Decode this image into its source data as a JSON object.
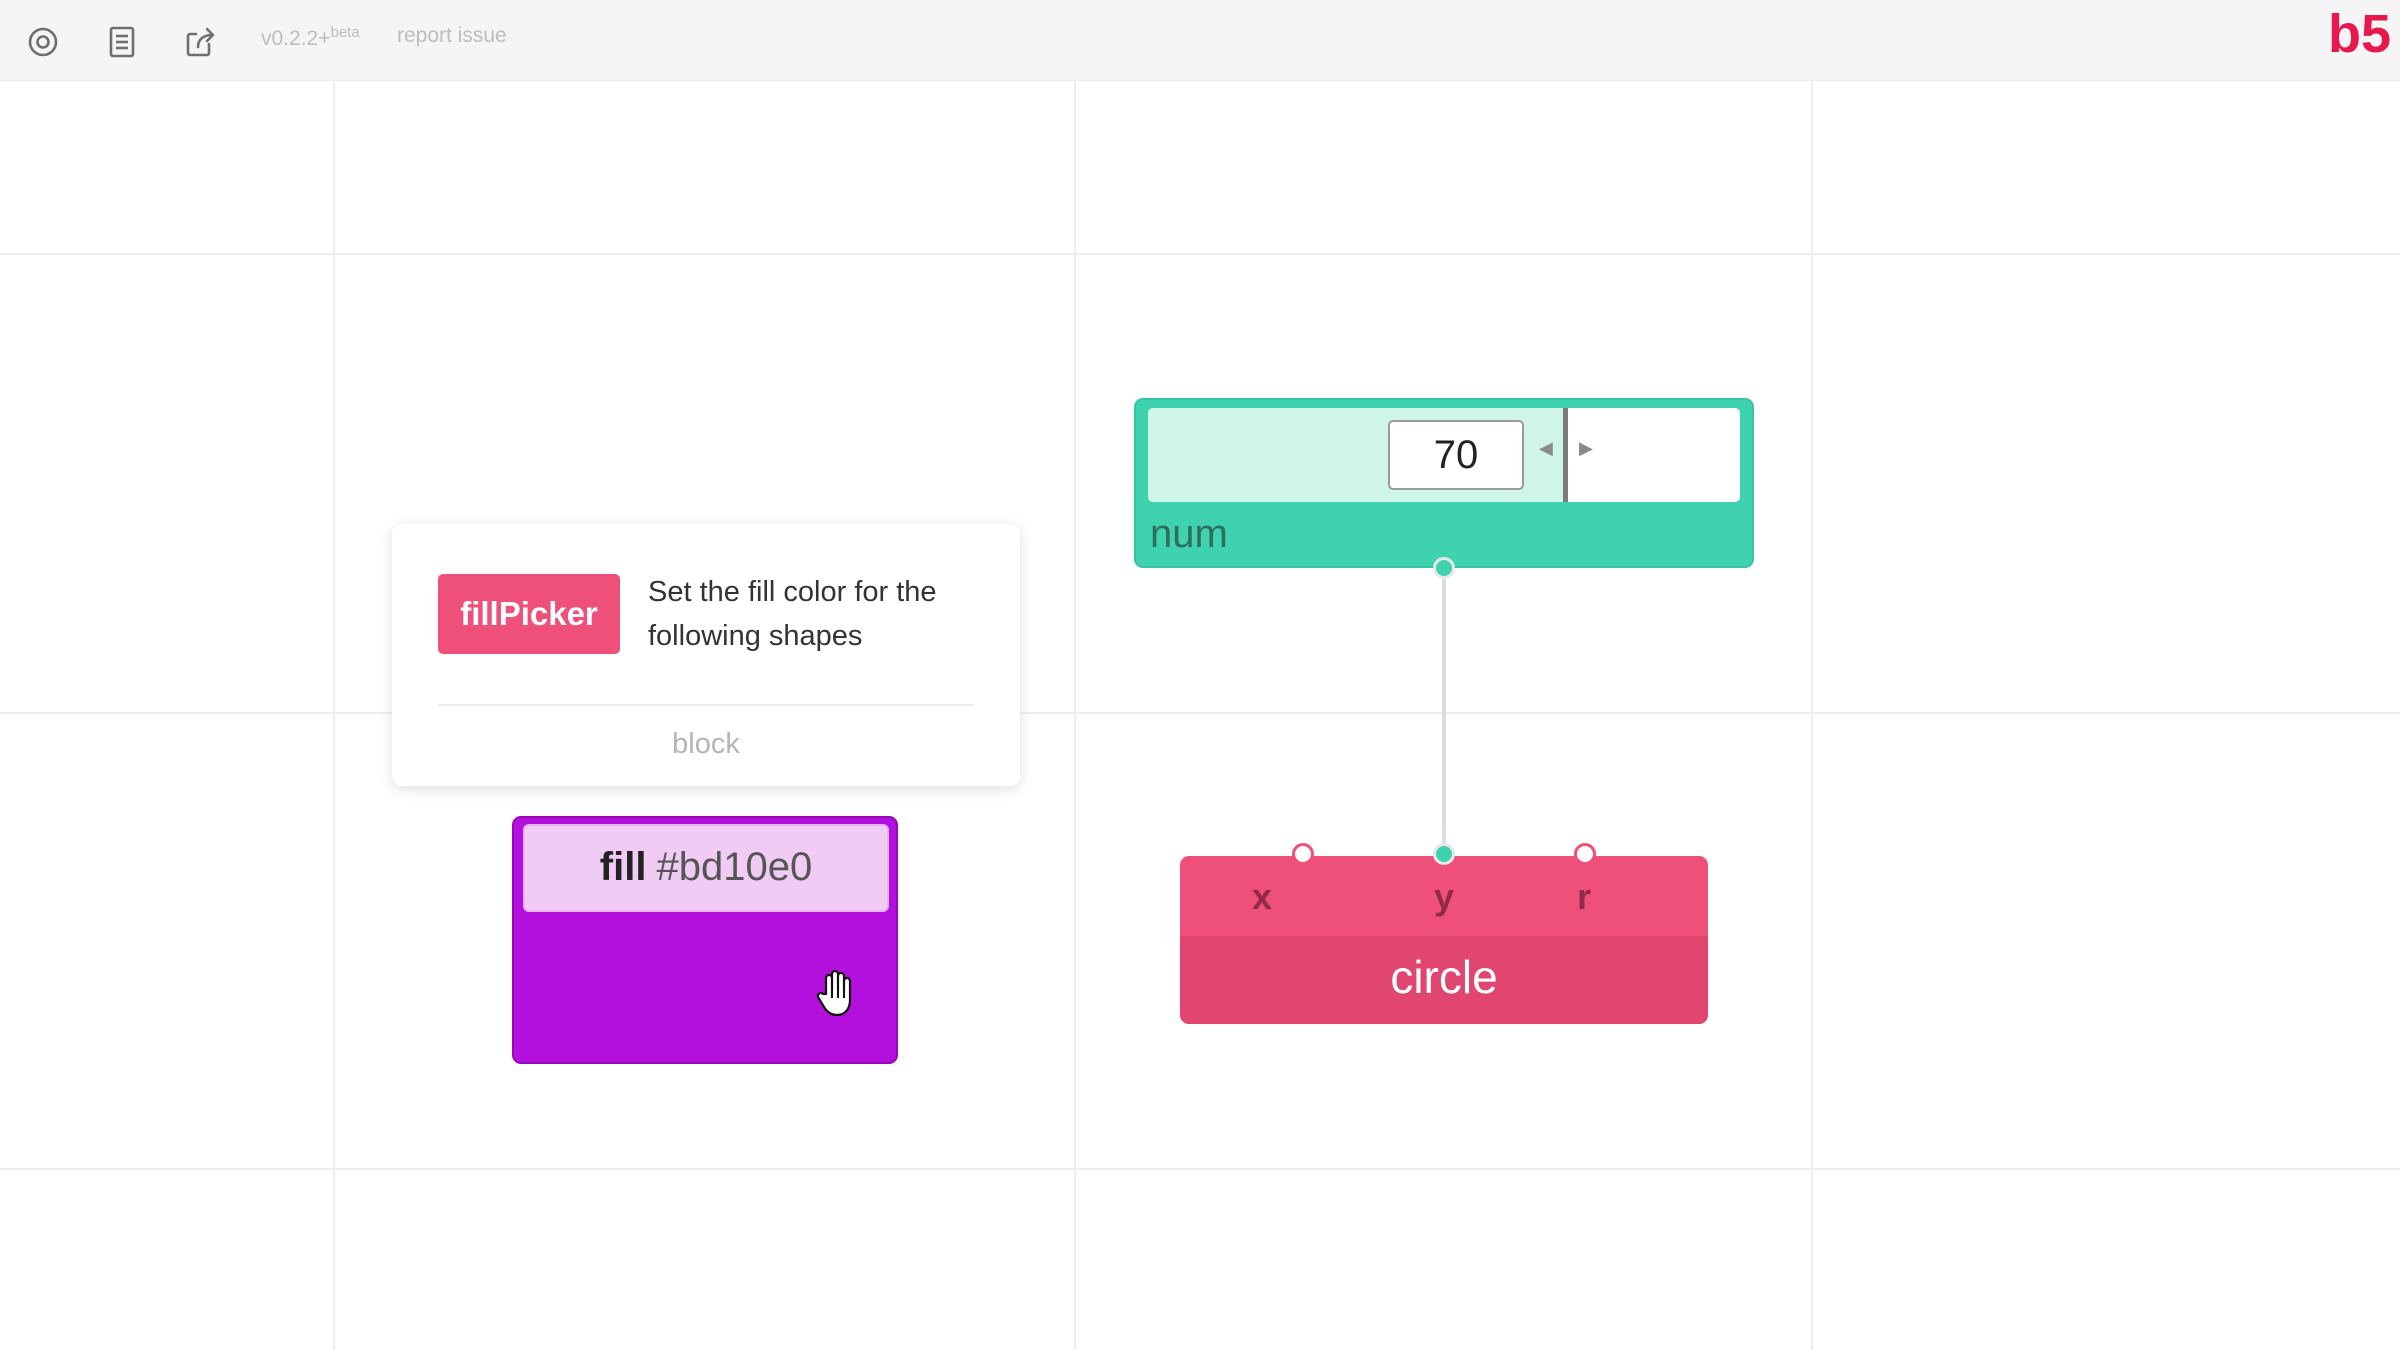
{
  "toolbar": {
    "icons": [
      "view-icon",
      "document-icon",
      "share-icon"
    ],
    "version": "v0.2.2+",
    "version_tag": "beta",
    "report_link": "report issue",
    "logo_text": "b5",
    "logo_color": "#e8174e"
  },
  "tooltip": {
    "block_name": "fillPicker",
    "description": "Set the fill color for the following shapes",
    "type": "block"
  },
  "fill_block": {
    "keyword": "fill",
    "color_value": "#bd10e0",
    "block_color": "#b410dd"
  },
  "num_block": {
    "label": "num",
    "value": "70",
    "slider_fraction": 0.7,
    "block_color": "#3ed3ae"
  },
  "circle_block": {
    "title": "circle",
    "ports": [
      "x",
      "y",
      "r"
    ],
    "connected_port": "y",
    "block_color": "#ef5079"
  },
  "connection": {
    "from": "num",
    "to": "circle.y"
  }
}
